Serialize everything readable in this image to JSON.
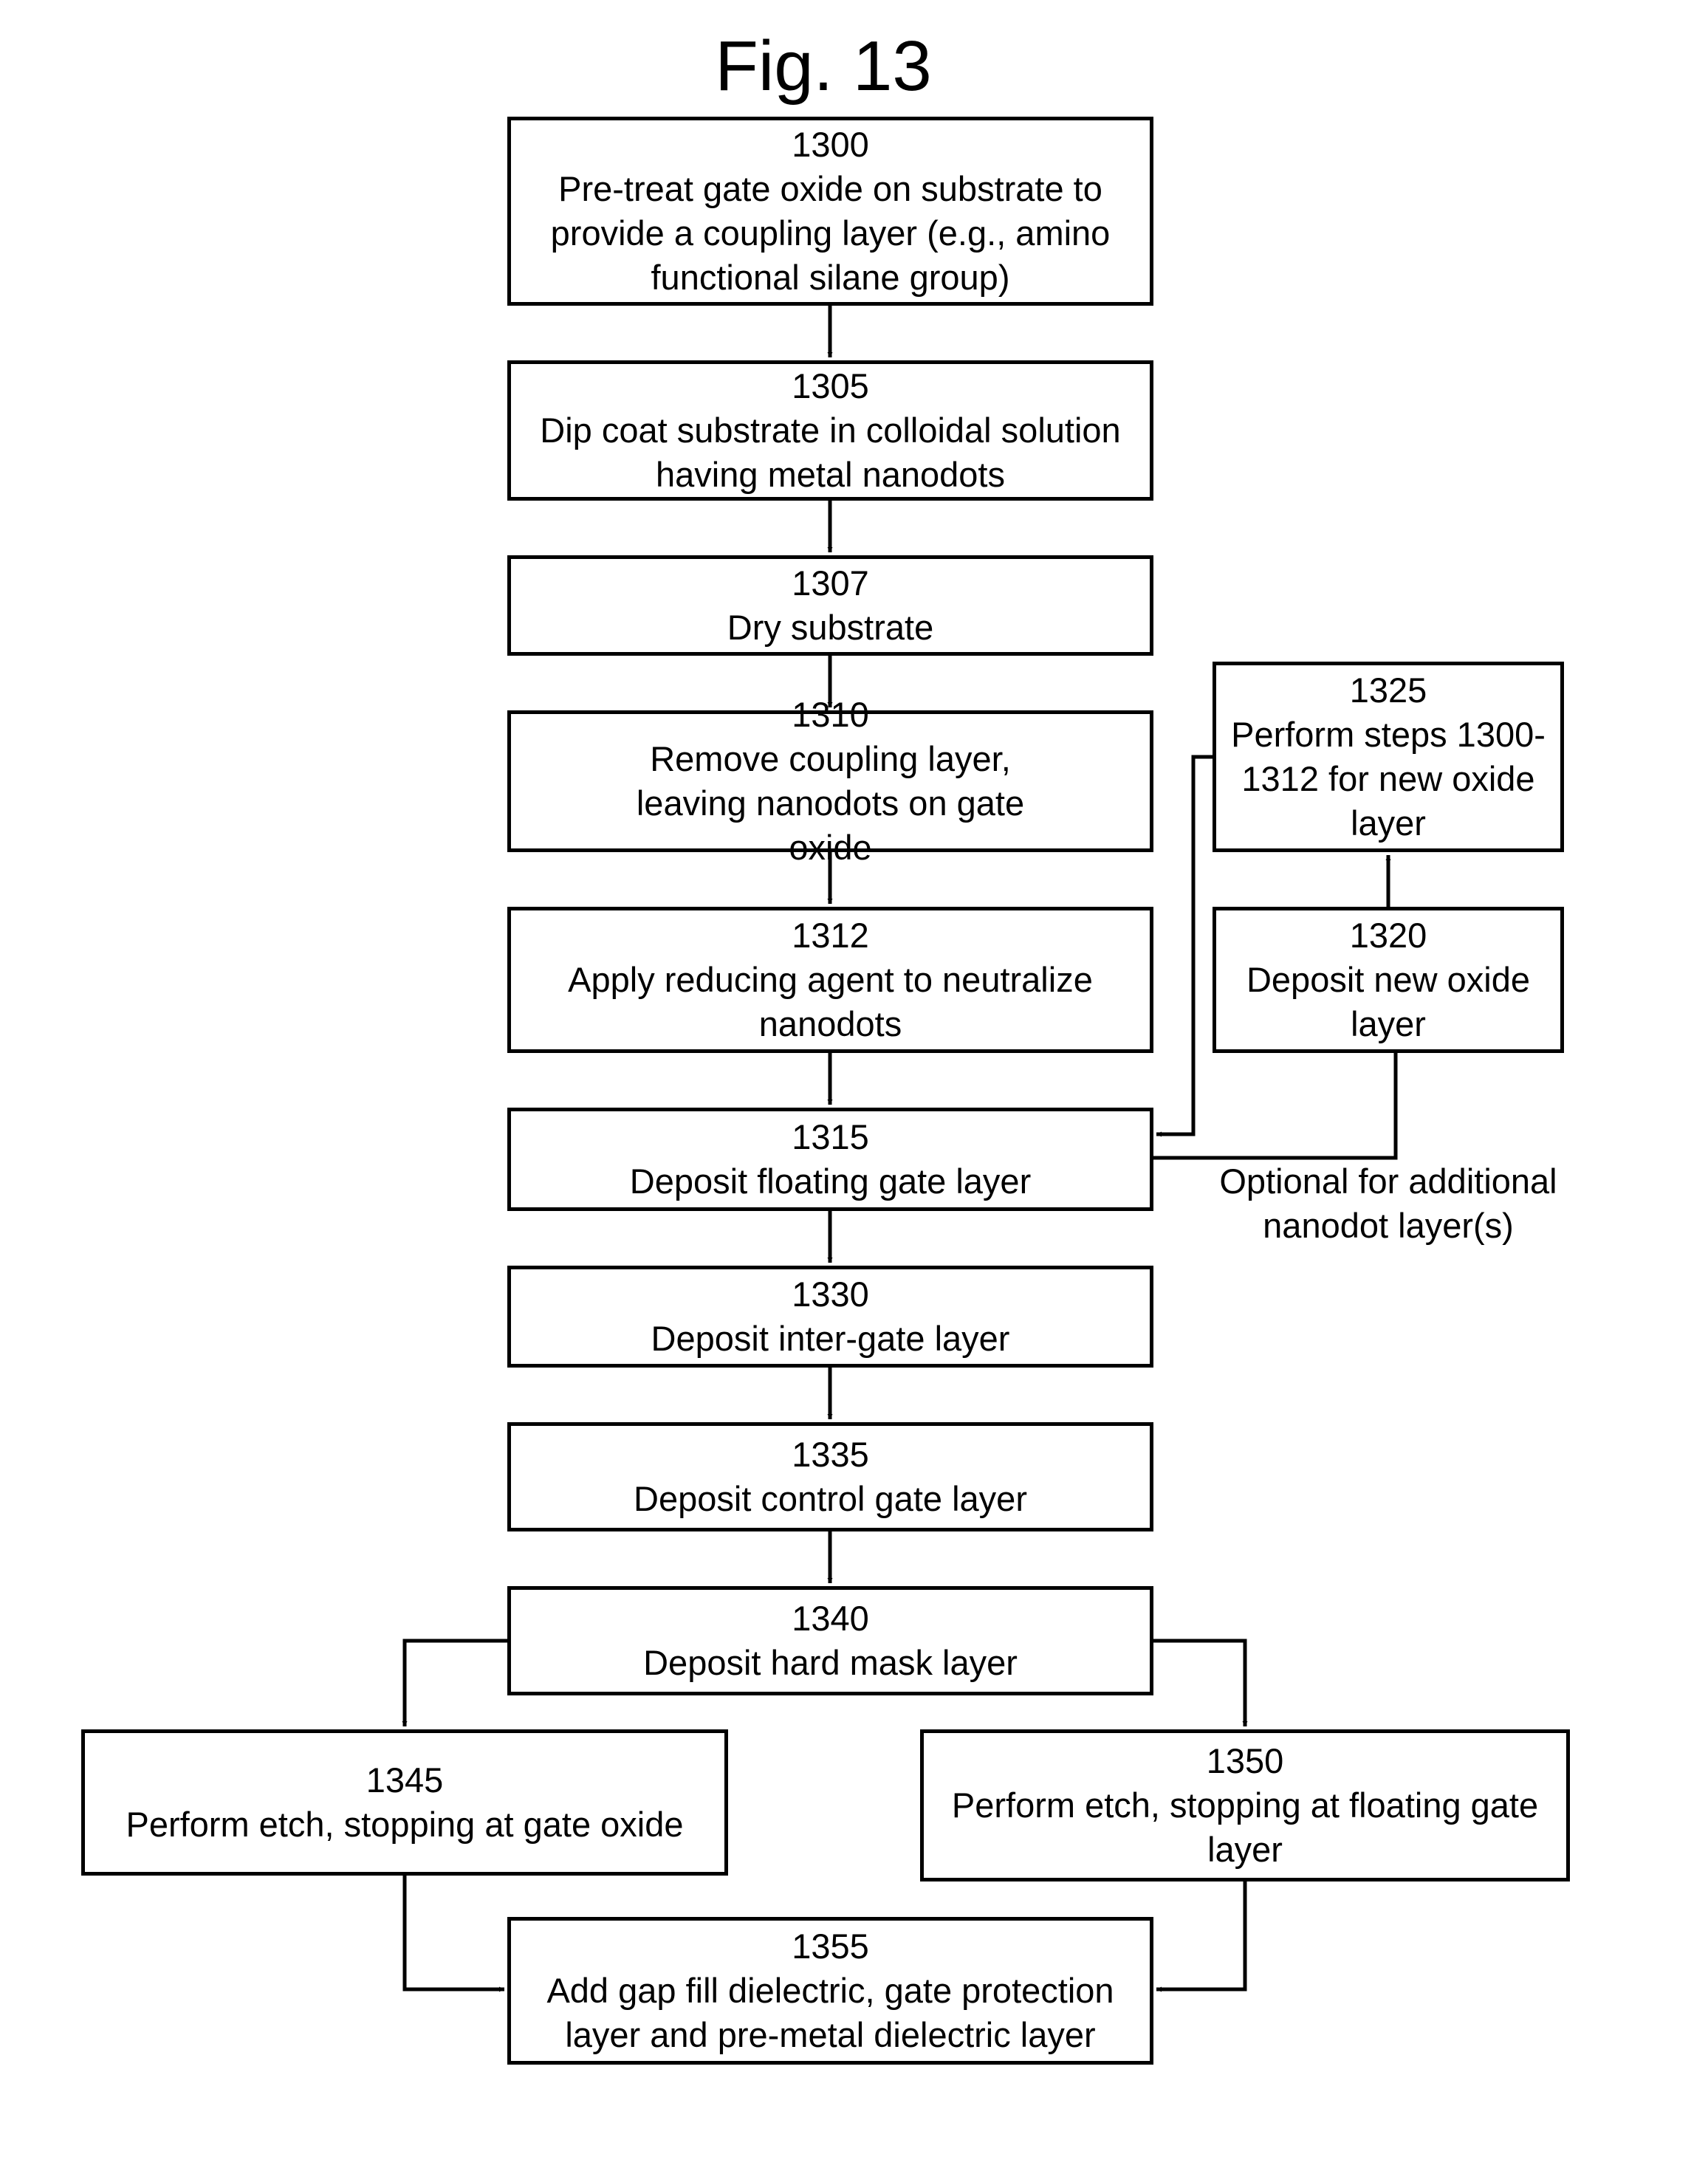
{
  "title": "Fig. 13",
  "steps": {
    "s1300": {
      "num": "1300",
      "text": "Pre-treat gate oxide on substrate to provide a coupling layer (e.g., amino functional silane group)"
    },
    "s1305": {
      "num": "1305",
      "text": "Dip coat substrate in colloidal solution having metal nanodots"
    },
    "s1307": {
      "num": "1307",
      "text": "Dry substrate"
    },
    "s1310": {
      "num": "1310",
      "text": "Remove coupling layer, leaving nanodots on gate oxide"
    },
    "s1312": {
      "num": "1312",
      "text": "Apply reducing agent to neutralize nanodots"
    },
    "s1315": {
      "num": "1315",
      "text": "Deposit floating gate layer"
    },
    "s1320": {
      "num": "1320",
      "text": "Deposit new oxide layer"
    },
    "s1325": {
      "num": "1325",
      "text": "Perform steps 1300-1312 for new oxide layer"
    },
    "s1330": {
      "num": "1330",
      "text": "Deposit inter-gate layer"
    },
    "s1335": {
      "num": "1335",
      "text": "Deposit control gate layer"
    },
    "s1340": {
      "num": "1340",
      "text": "Deposit hard mask layer"
    },
    "s1345": {
      "num": "1345",
      "text": "Perform etch, stopping at gate oxide"
    },
    "s1350": {
      "num": "1350",
      "text": "Perform etch, stopping at floating gate layer"
    },
    "s1355": {
      "num": "1355",
      "text": "Add gap fill dielectric, gate protection layer and pre-metal dielectric layer"
    }
  },
  "note": "Optional for additional nanodot layer(s)"
}
